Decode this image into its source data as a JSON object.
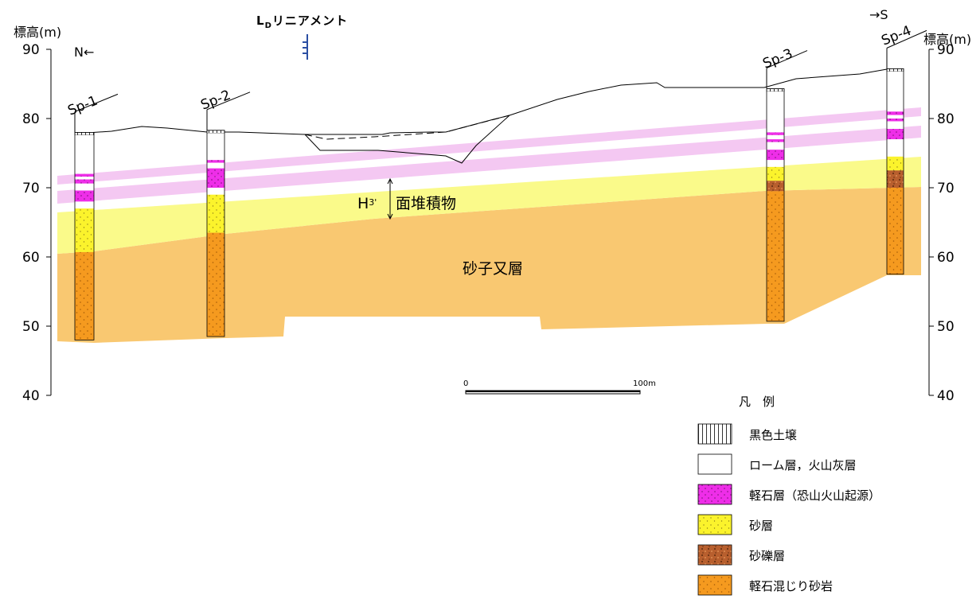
{
  "axis": {
    "label_left": "標高(m)",
    "label_right": "標高(m)",
    "range": [
      40,
      90
    ],
    "ticks": [
      40,
      50,
      60,
      70,
      80,
      90
    ]
  },
  "direction": {
    "north": "N←",
    "south": "→S"
  },
  "lineament": {
    "label_main": "L",
    "label_sub": "D",
    "label_rest": "リニアメント"
  },
  "boreholes": [
    {
      "id": "Sp-1",
      "surface_m": 78.0,
      "bottom_m": 48.0,
      "log": [
        [
          77.6,
          72.0,
          "loam"
        ],
        [
          72.0,
          71.6,
          "pumice"
        ],
        [
          71.6,
          71.2,
          "loam"
        ],
        [
          71.2,
          70.6,
          "pumice"
        ],
        [
          70.6,
          69.6,
          "loam"
        ],
        [
          69.6,
          68.0,
          "pumice"
        ],
        [
          68.0,
          67.0,
          "loam"
        ],
        [
          67.0,
          60.7,
          "sand"
        ],
        [
          60.7,
          48.0,
          "pumice_ss"
        ]
      ]
    },
    {
      "id": "Sp-2",
      "surface_m": 78.3,
      "bottom_m": 48.5,
      "log": [
        [
          77.9,
          74.0,
          "loam"
        ],
        [
          74.0,
          73.6,
          "pumice"
        ],
        [
          73.6,
          72.8,
          "loam"
        ],
        [
          72.8,
          71.6,
          "pumice"
        ],
        [
          71.6,
          70.0,
          "pumice"
        ],
        [
          70.0,
          69.0,
          "loam"
        ],
        [
          69.0,
          63.5,
          "sand"
        ],
        [
          63.5,
          48.5,
          "pumice_ss"
        ]
      ]
    },
    {
      "id": "Sp-3",
      "surface_m": 84.3,
      "bottom_m": 50.7,
      "log": [
        [
          83.9,
          78.0,
          "loam"
        ],
        [
          78.0,
          77.6,
          "pumice"
        ],
        [
          77.6,
          77.0,
          "loam"
        ],
        [
          77.0,
          76.6,
          "pumice"
        ],
        [
          76.6,
          75.5,
          "loam"
        ],
        [
          75.5,
          74.0,
          "pumice"
        ],
        [
          74.0,
          73.0,
          "loam"
        ],
        [
          73.0,
          71.0,
          "sand"
        ],
        [
          71.0,
          69.5,
          "gravel"
        ],
        [
          69.5,
          50.7,
          "pumice_ss"
        ]
      ]
    },
    {
      "id": "Sp-4",
      "surface_m": 87.2,
      "bottom_m": 57.5,
      "log": [
        [
          86.8,
          81.0,
          "loam"
        ],
        [
          81.0,
          80.5,
          "pumice"
        ],
        [
          80.5,
          80.0,
          "loam"
        ],
        [
          80.0,
          79.6,
          "pumice"
        ],
        [
          79.6,
          78.5,
          "loam"
        ],
        [
          78.5,
          77.0,
          "pumice"
        ],
        [
          77.0,
          74.5,
          "loam"
        ],
        [
          74.5,
          72.5,
          "sand"
        ],
        [
          72.5,
          70.0,
          "gravel"
        ],
        [
          70.0,
          57.5,
          "pumice_ss"
        ]
      ]
    }
  ],
  "units": {
    "h3_label": "H",
    "h3_sub": "3'",
    "h3_rest": "面堆積物",
    "sunagomata": "砂子又層"
  },
  "scale_bar": {
    "start": "0",
    "end": "100m"
  },
  "legend": {
    "title": "凡　例",
    "items": [
      {
        "key": "soil",
        "label": "黒色土壌"
      },
      {
        "key": "loam",
        "label": "ローム層，火山灰層"
      },
      {
        "key": "pumice",
        "label": "軽石層（恐山火山起源）"
      },
      {
        "key": "sand",
        "label": "砂層"
      },
      {
        "key": "gravel",
        "label": "砂礫層"
      },
      {
        "key": "pumice_ss",
        "label": "軽石混じり砂岩"
      }
    ]
  },
  "colors": {
    "soil": "#ffffff",
    "loam": "#ffffff",
    "pumice": "#ee2ee8",
    "pumice_band": "#f4c8f2",
    "sand": "#fbf32c",
    "sand_band": "#fafa8a",
    "gravel": "#b85f2e",
    "pumice_ss": "#f59a1f",
    "sunagomata_fill": "#f9c871",
    "line": "#000000",
    "lineament_mark": "#2b4fa3"
  }
}
